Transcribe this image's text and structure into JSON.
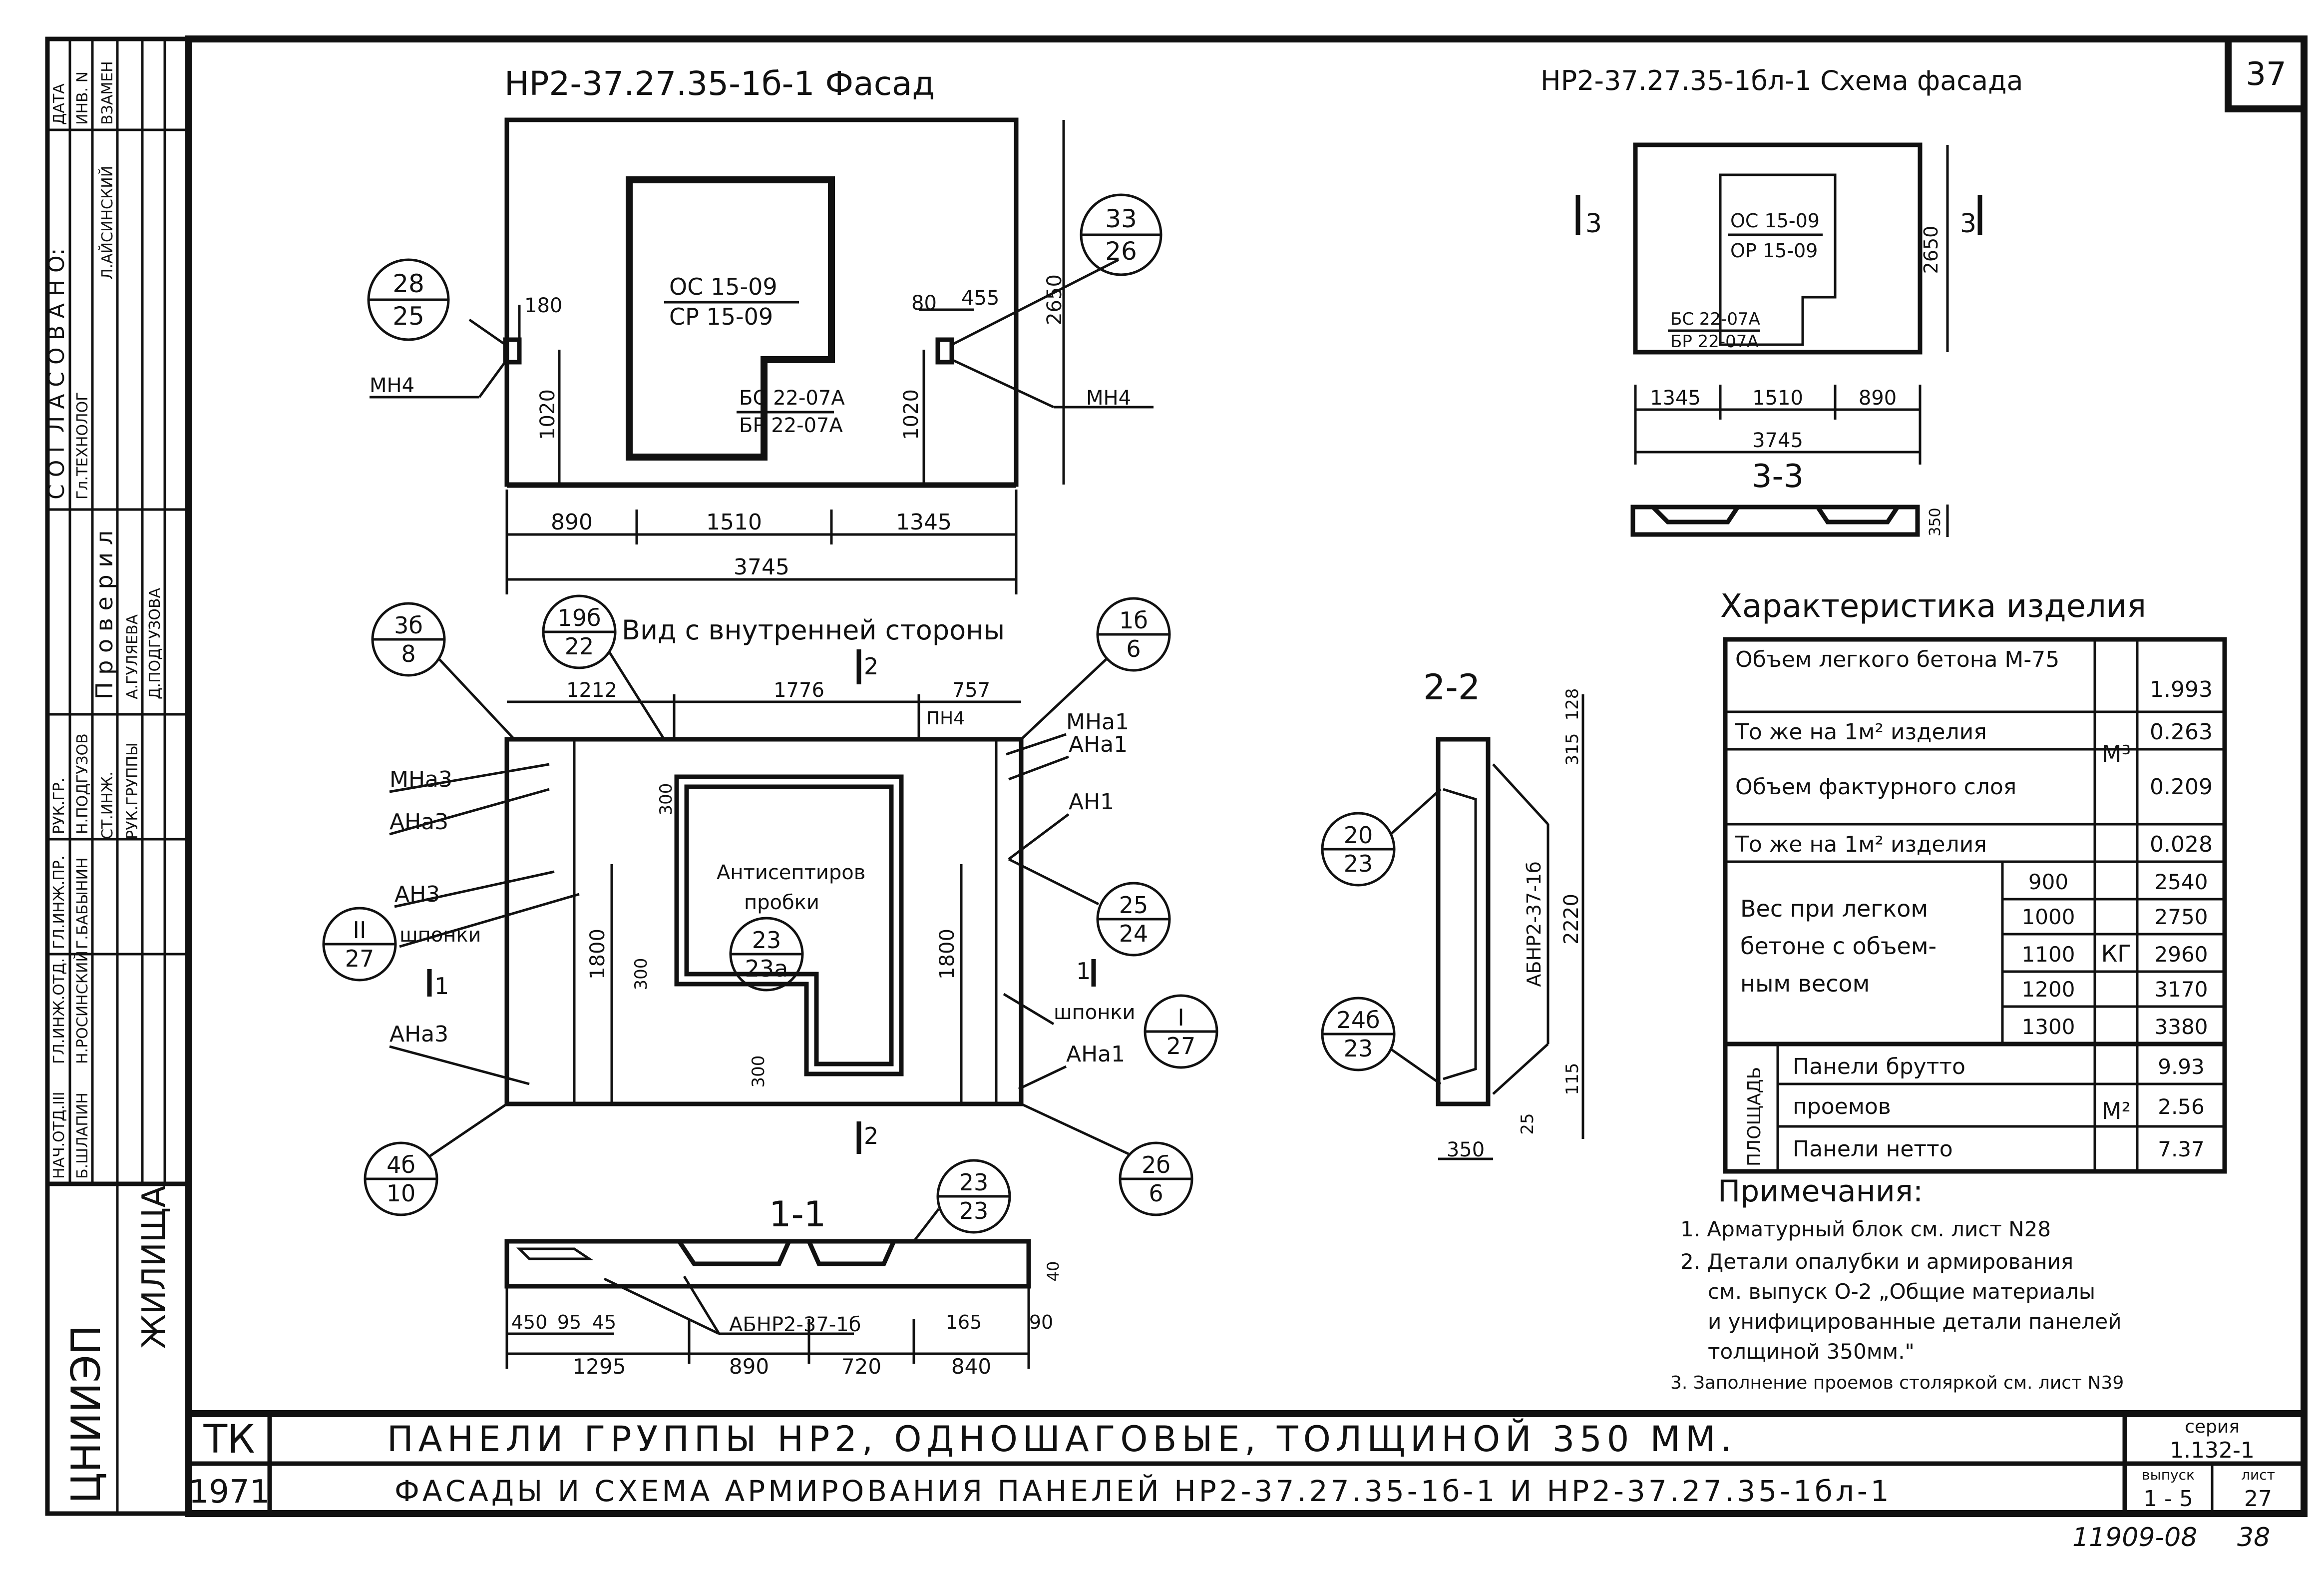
{
  "sheet_number": "37",
  "stamp": {
    "col1": [
      "НАЧ.ОТД.III",
      "ГЛ.ИНЖ.ОТД.",
      "ГЛ.ИНЖ.ПР.",
      "РУК.ГР."
    ],
    "col2": [
      "Б.ШЛАПИН",
      "Н.РОСИНСКИЙ",
      "Г.БАБЫНИН",
      "Н.ПОДГУЗОВ"
    ],
    "col3": [
      "СТ.ИНЖ.",
      "П р о в е р и л",
      "РУК.ГРУППЫ"
    ],
    "col4": [
      "А.ГУЛЯЕВА",
      "",
      "Д.ПОДГУЗОВА"
    ],
    "col5": [
      "С О Г Л А С О В А Н О:",
      "Гл.ТЕХНОЛОГ"
    ],
    "col6": [
      "",
      "Л.АЙСИНСКИЙ"
    ],
    "col7": [
      "ДАТА",
      "ИНВ. N",
      "ВЗАМЕН"
    ],
    "vertical_org": "ЖИЛИЩА",
    "org_logo": "ЦНИИЭП"
  },
  "facade": {
    "title": "НР2-37.27.35-1б-1 Фасад",
    "opening_top": "ОС 15-09",
    "opening_bottom": "СР 15-09",
    "door_top": "БС 22-07А",
    "door_bottom": "БР 22-07А",
    "callout_left": {
      "top": "28",
      "bottom": "25"
    },
    "callout_right": {
      "top": "33",
      "bottom": "26"
    },
    "mn_left": "МН4",
    "mn_right": "МН4",
    "dim_180": "180",
    "dim_80": "80",
    "dim_455": "455",
    "dim_2650": "2650",
    "dim_1020_left": "1020",
    "dim_1020_right": "1020",
    "dims_bottom": [
      "890",
      "1510",
      "1345"
    ],
    "dim_total": "3745"
  },
  "schema": {
    "title": "НР2-37.27.35-1бл-1 Схема фасада",
    "section_mark_left": "3",
    "section_mark_right": "3",
    "opening_top": "ОС 15-09",
    "opening_bottom": "ОР 15-09",
    "door_top": "БС 22-07А",
    "door_bottom": "БР 22-07А",
    "dim_height": "2650",
    "dims_bottom": [
      "1345",
      "1510",
      "890"
    ],
    "dim_total": "3745",
    "section_title": "3-3",
    "dim_thickness": "350"
  },
  "inner": {
    "title": "Вид с внутренней стороны",
    "dims_top": [
      "1212",
      "1776",
      "757"
    ],
    "pn4": "ПН4",
    "section_mark_top": "2",
    "section_mark_bottom": "2",
    "section_mark_left": "1",
    "section_mark_right": "1",
    "labels": {
      "mna3_top": "МНа3",
      "ana3_top": "АНа3",
      "an3": "АН3",
      "shponki_left": "шпонки",
      "ana3_bottom": "АНа3",
      "mna1": "МНа1",
      "ana1_top": "АНа1",
      "an1": "АН1",
      "shponki_right": "шпонки",
      "ana1_bottom": "АНа1",
      "antisept_1": "Антисептиров",
      "antisept_2": "пробки"
    },
    "dims": {
      "d300a": "300",
      "d300b": "300",
      "d300c": "300",
      "d1800l": "1800",
      "d1800r": "1800"
    },
    "callouts": [
      {
        "top": "3б",
        "bottom": "8"
      },
      {
        "top": "19б",
        "bottom": "22"
      },
      {
        "top": "1б",
        "bottom": "6"
      },
      {
        "top": "II",
        "bottom": "27"
      },
      {
        "top": "23",
        "bottom": "23а"
      },
      {
        "top": "25",
        "bottom": "24"
      },
      {
        "top": "I",
        "bottom": "27"
      },
      {
        "top": "4б",
        "bottom": "10"
      },
      {
        "top": "2б",
        "bottom": "6"
      }
    ]
  },
  "section22": {
    "title": "2-2",
    "label": "АБНР2-37-1б",
    "dims": [
      "128",
      "315",
      "2220",
      "115",
      "25",
      "350"
    ],
    "callout_a": {
      "top": "20",
      "bottom": "23"
    },
    "callout_b": {
      "top": "24б",
      "bottom": "23"
    }
  },
  "section11": {
    "title": "1-1",
    "callout": {
      "top": "23",
      "bottom": "23"
    },
    "label": "АБНР2-37-1б",
    "dims_upper": [
      "450",
      "95",
      "45",
      "165",
      "90",
      "40"
    ],
    "dims_lower": [
      "1295",
      "890",
      "720",
      "840"
    ]
  },
  "characteristics": {
    "title": "Характеристика изделия",
    "rows": [
      {
        "label": "Объем легкого бетона М-75",
        "value": "1.993"
      },
      {
        "label": "То же на 1м² изделия",
        "value": "0.263"
      },
      {
        "label": "Объем фактурного слоя",
        "value": "0.209"
      },
      {
        "label": "То же на 1м² изделия",
        "value": "0.028"
      }
    ],
    "unit_volume": "М³",
    "weight_label_1": "Вес при легком",
    "weight_label_2": "бетоне с объем-",
    "weight_label_3": "ным весом",
    "weight_unit": "КГ",
    "weights": [
      {
        "density": "900",
        "value": "2540"
      },
      {
        "density": "1000",
        "value": "2750"
      },
      {
        "density": "1100",
        "value": "2960"
      },
      {
        "density": "1200",
        "value": "3170"
      },
      {
        "density": "1300",
        "value": "3380"
      }
    ],
    "area_group": "ПЛОЩАДЬ",
    "area_unit": "М²",
    "areas": [
      {
        "label": "Панели брутто",
        "value": "9.93"
      },
      {
        "label": "проемов",
        "value": "2.56"
      },
      {
        "label": "Панели нетто",
        "value": "7.37"
      }
    ]
  },
  "notes": {
    "title": "Примечания:",
    "items": [
      "1. Арматурный блок см. лист N28",
      "2. Детали опалубки и армирования",
      "см. выпуск О-2 „Общие материалы",
      "и унифицированные детали панелей",
      "толщиной 350мм.\"",
      "3. Заполнение проемов столяркой см. лист N39"
    ]
  },
  "title_block": {
    "code": "ТК",
    "year": "1971",
    "line1": "ПАНЕЛИ ГРУППЫ НР2, ОДНОШАГОВЫЕ, ТОЛЩИНОЙ 350 ММ.",
    "line2": "ФАСАДЫ И СХЕМА АРМИРОВАНИЯ ПАНЕЛЕЙ НР2-37.27.35-1б-1 И НР2-37.27.35-1бл-1",
    "series_label": "серия",
    "series_value": "1.132-1",
    "issue_label": "выпуск",
    "issue_value": "1 - 5",
    "sheet_label": "лист",
    "sheet_value": "27"
  },
  "footer": {
    "archive": "11909-08",
    "page": "38"
  }
}
